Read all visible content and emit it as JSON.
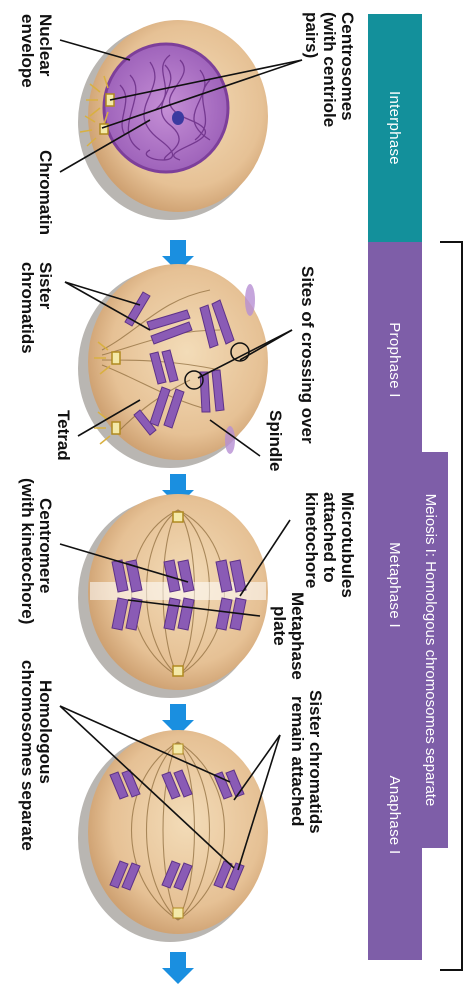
{
  "meiosis": {
    "title": "Meiosis I: Homologous chromosomes separate"
  },
  "phases": {
    "interphase": "Interphase",
    "prophase": "Prophase I",
    "metaphase": "Metaphase I",
    "anaphase": "Anaphase I"
  },
  "labels": {
    "centrosomes_1": "Centrosomes",
    "centrosomes_2": "(with centriole",
    "centrosomes_3": "pairs)",
    "nuclear_1": "Nuclear",
    "nuclear_2": "envelope",
    "chromatin": "Chromatin",
    "sites_crossing": "Sites of crossing over",
    "sister_1": "Sister",
    "sister_2": "chromatids",
    "spindle": "Spindle",
    "tetrad": "Tetrad",
    "microtubules_1": "Microtubules",
    "microtubules_2": "attached to",
    "microtubules_3": "kinetochore",
    "metaphase_plate_1": "Metaphase",
    "metaphase_plate_2": "plate",
    "centromere_1": "Centromere",
    "centromere_2": "(with kinetochore)",
    "sister_remain_1": "Sister chromatids",
    "sister_remain_2": "remain attached",
    "homologous_1": "Homologous",
    "homologous_2": "chromosomes separate"
  },
  "colors": {
    "interphase_bar": "#13909b",
    "meiosis_bar": "#7e5ea8",
    "arrow": "#1a8fe0",
    "cell_fill": "#e7c39a",
    "chromosome": "#8a5bb5"
  }
}
